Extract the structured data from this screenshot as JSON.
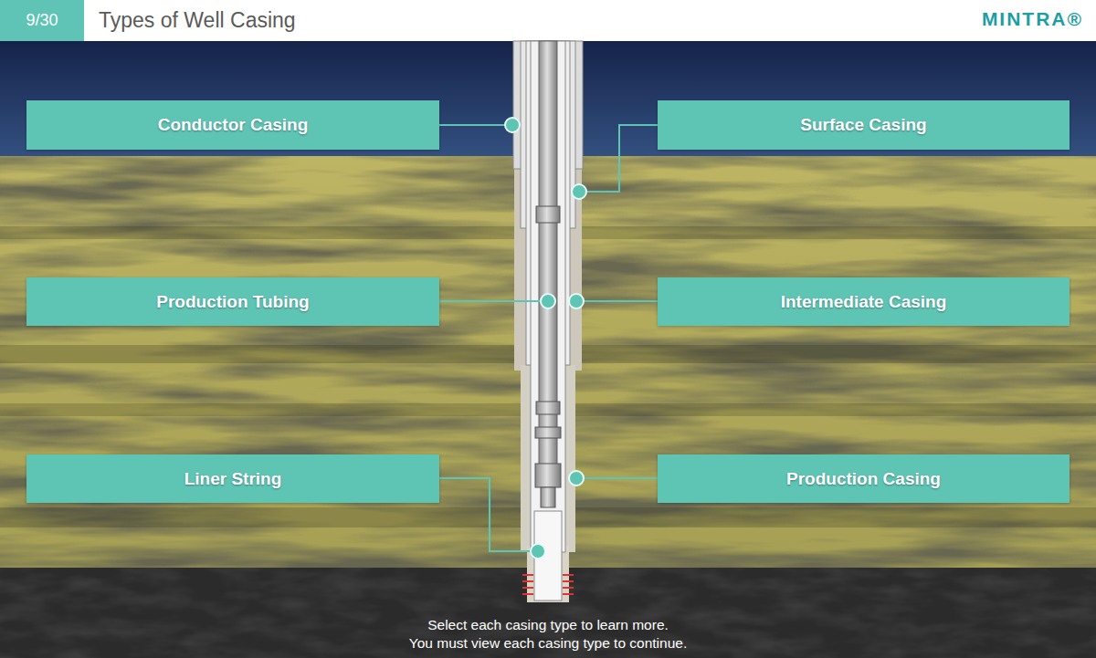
{
  "diagram": {
    "title": "Types of Well Casing",
    "nodes": [
      {
        "text": [
          "9/30"
        ]
      },
      {
        "text": [
          "Conductor Casing"
        ]
      },
      {
        "text": [
          "Surface Casing"
        ]
      },
      {
        "text": [
          "Production Tubing"
        ]
      },
      {
        "text": [
          "Intermediate Casing"
        ]
      },
      {
        "text": [
          "Liner String"
        ]
      },
      {
        "text": [
          "Production Casing"
        ]
      }
    ],
    "labels": [
      "MINTRA®",
      "Select each casing type to learn more.",
      "You must view each casing type to continue."
    ]
  }
}
